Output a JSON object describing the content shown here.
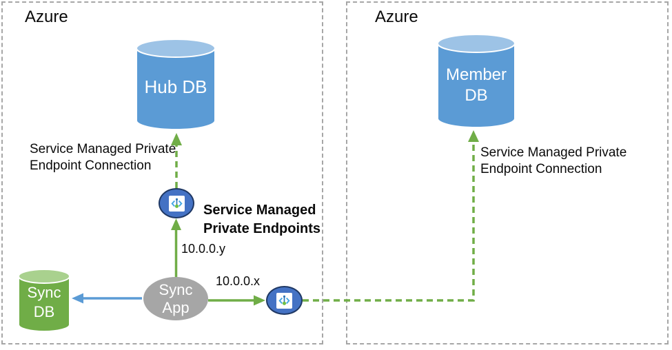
{
  "regions": {
    "left": {
      "label": "Azure"
    },
    "right": {
      "label": "Azure"
    }
  },
  "nodes": {
    "hub_db": {
      "label": "Hub DB",
      "type": "database",
      "fill": "#5b9bd5",
      "top_fill": "#9dc3e6"
    },
    "member_db": {
      "label": "Member\nDB",
      "type": "database",
      "fill": "#5b9bd5",
      "top_fill": "#9dc3e6"
    },
    "sync_db": {
      "label": "Sync\nDB",
      "type": "database",
      "fill": "#70ad47",
      "top_fill": "#a9d18e"
    },
    "sync_app": {
      "label": "Sync\nApp",
      "type": "app",
      "fill": "#a6a6a6"
    },
    "private_endpoint_upper": {
      "icon": "private-endpoint-icon",
      "fill": "#4472c4",
      "border": "#1f3864"
    },
    "private_endpoint_bottom": {
      "icon": "private-endpoint-icon",
      "fill": "#4472c4",
      "border": "#1f3864"
    }
  },
  "annotations": {
    "left_connection": "Service Managed Private\nEndpoint Connection",
    "right_connection": "Service Managed Private\nEndpoint Connection",
    "endpoints_title": "Service Managed\nPrivate Endpoints",
    "ip_y": "10.0.0.y",
    "ip_x": "10.0.0.x"
  },
  "colors": {
    "green_connector": "#70ad47",
    "blue_connector": "#5b9bd5",
    "box_border": "#a6a6a6",
    "endpoint_fill": "#4472c4",
    "endpoint_border": "#1f3864",
    "text": "#0a0a0a"
  }
}
